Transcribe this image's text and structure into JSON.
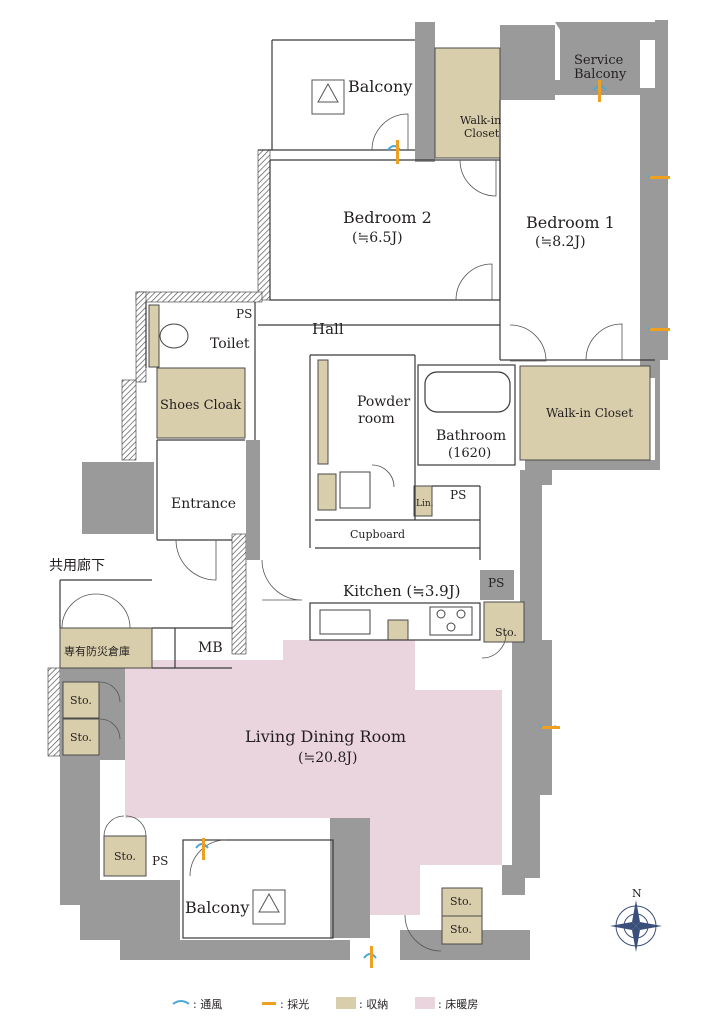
{
  "rooms": {
    "balcony_top": "Balcony",
    "service_balcony_1": "Service",
    "service_balcony_2": "Balcony",
    "walkin_top_1": "Walk-in",
    "walkin_top_2": "Closet",
    "bedroom2": "Bedroom 2",
    "bedroom2_size": "(≒6.5J)",
    "bedroom1": "Bedroom 1",
    "bedroom1_size": "(≒8.2J)",
    "ps1": "PS",
    "hall": "Hall",
    "toilet": "Toilet",
    "shoes_cloak": "Shoes Cloak",
    "powder_1": "Powder",
    "powder_2": "room",
    "bathroom": "Bathroom",
    "bathroom_size": "(1620)",
    "walkin_closet": "Walk-in Closet",
    "entrance": "Entrance",
    "lin": "Lin.",
    "ps2": "PS",
    "cupboard": "Cupboard",
    "common_corridor": "共用廊下",
    "kitchen": "Kitchen (≒3.9J)",
    "ps3": "PS",
    "sto_kitchen": "Sto.",
    "emergency_storage": "専有防災倉庫",
    "mb": "MB",
    "sto_left1": "Sto.",
    "sto_left2": "Sto.",
    "living": "Living Dining Room",
    "living_size": "(≒20.8J)",
    "sto_bottom_left": "Sto.",
    "ps4": "PS",
    "balcony_bottom": "Balcony",
    "sto_bottom_right1": "Sto.",
    "sto_bottom_right2": "Sto.",
    "north": "N"
  },
  "legend": [
    {
      "label": ": 通風",
      "color": "#4aa8d8"
    },
    {
      "label": ": 採光",
      "color": "#f0a020"
    },
    {
      "label": ": 収納",
      "color": "#d9ceab"
    },
    {
      "label": ": 床暖房",
      "color": "#ead4dd"
    }
  ]
}
